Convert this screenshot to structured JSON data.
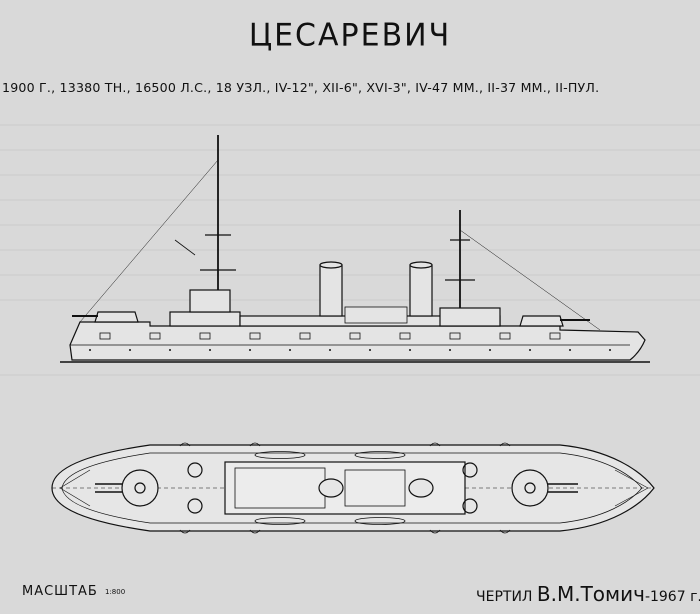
{
  "drawing": {
    "title": "ЦЕСАРЕВИЧ",
    "specs": "1900 Г., 13380 ТН., 16500 Л.С., 18 УЗЛ., IV-12\", XII-6\", XVI-3\", IV-47 ММ., II-37 ММ., II-ПУЛ.",
    "scale_label": "МАСШТАБ",
    "scale_value": "1:800",
    "author_prefix": "ЧЕРТИЛ",
    "author_name": "В.М.Томич",
    "author_year": "-1967 г."
  },
  "colors": {
    "paper": "#d9d9d9",
    "ink": "#111111",
    "ghost_text": "#b9b9b9"
  }
}
